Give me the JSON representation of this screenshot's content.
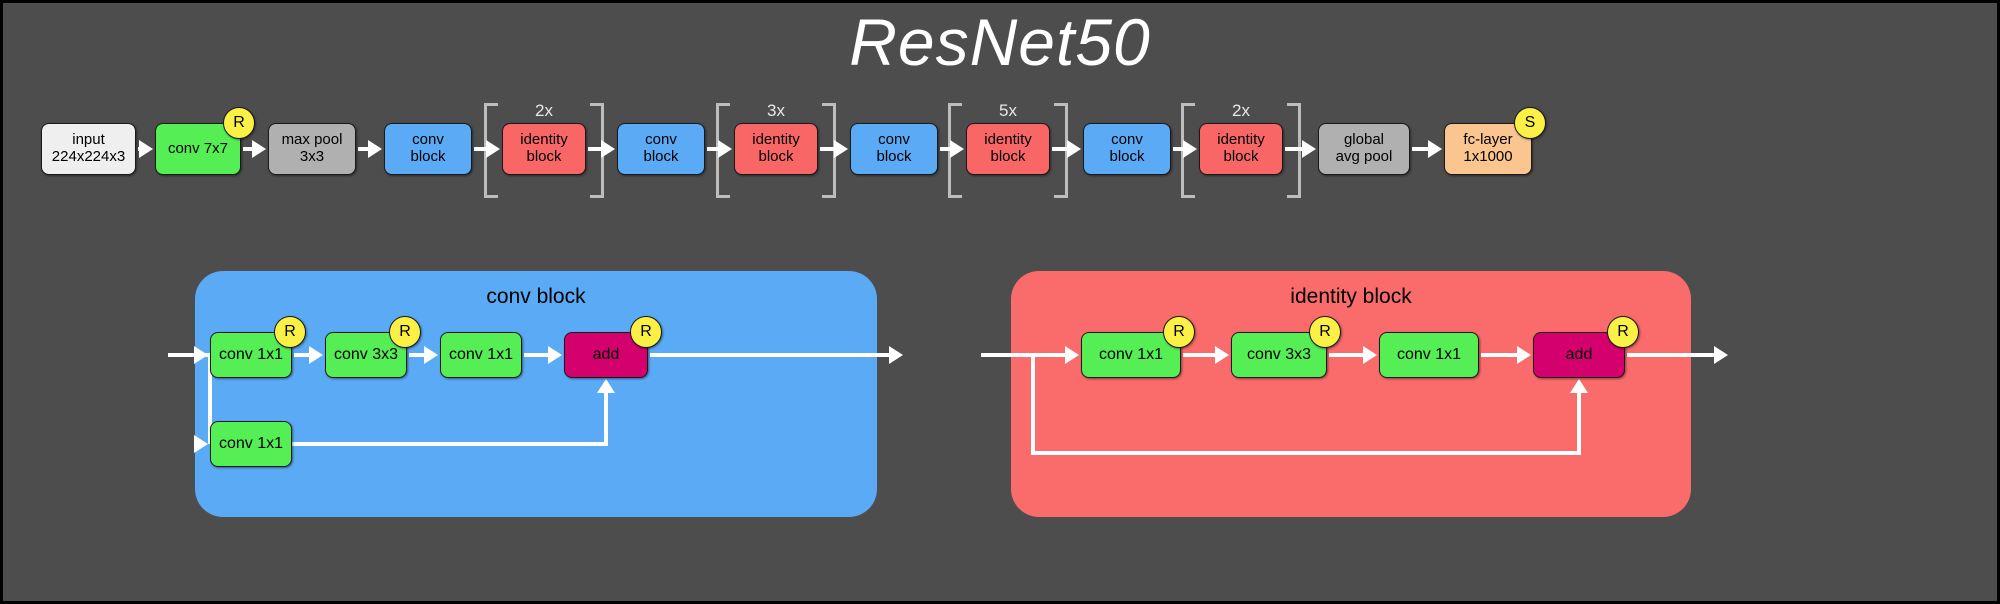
{
  "diagram": {
    "title": "ResNet50",
    "background_color": "#4d4d4d",
    "activation_badge": "R",
    "softmax_badge": "S"
  },
  "pipeline": {
    "nodes": [
      {
        "id": "input",
        "line1": "input",
        "line2": "224x224x3",
        "color": "#efefef",
        "badge": null
      },
      {
        "id": "conv7x7",
        "line1": "conv 7x7",
        "line2": "",
        "color": "#55ee55",
        "badge": "R"
      },
      {
        "id": "maxpool",
        "line1": "max pool",
        "line2": "3x3",
        "color": "#b0b0b0",
        "badge": null
      },
      {
        "id": "convblock1",
        "line1": "conv",
        "line2": "block",
        "color": "#5aaaf5",
        "badge": null
      },
      {
        "id": "identity1",
        "line1": "identity",
        "line2": "block",
        "color": "#f96666",
        "badge": null
      },
      {
        "id": "convblock2",
        "line1": "conv",
        "line2": "block",
        "color": "#5aaaf5",
        "badge": null
      },
      {
        "id": "identity2",
        "line1": "identity",
        "line2": "block",
        "color": "#f96666",
        "badge": null
      },
      {
        "id": "convblock3",
        "line1": "conv",
        "line2": "block",
        "color": "#5aaaf5",
        "badge": null
      },
      {
        "id": "identity3",
        "line1": "identity",
        "line2": "block",
        "color": "#f96666",
        "badge": null
      },
      {
        "id": "convblock4",
        "line1": "conv",
        "line2": "block",
        "color": "#5aaaf5",
        "badge": null
      },
      {
        "id": "identity4",
        "line1": "identity",
        "line2": "block",
        "color": "#f96666",
        "badge": null
      },
      {
        "id": "globalavgpool",
        "line1": "global",
        "line2": "avg pool",
        "color": "#b0b0b0",
        "badge": null
      },
      {
        "id": "fclayer",
        "line1": "fc-layer",
        "line2": "1x1000",
        "color": "#fac58f",
        "badge": "S"
      }
    ],
    "repeats": [
      {
        "target": "identity1",
        "label": "2x"
      },
      {
        "target": "identity2",
        "label": "3x"
      },
      {
        "target": "identity3",
        "label": "5x"
      },
      {
        "target": "identity4",
        "label": "2x"
      }
    ]
  },
  "conv_block": {
    "title": "conv block",
    "panel_color": "#5aaaf5",
    "main_path": [
      {
        "label": "conv 1x1",
        "color": "#55ee55",
        "badge": "R"
      },
      {
        "label": "conv 3x3",
        "color": "#55ee55",
        "badge": "R"
      },
      {
        "label": "conv 1x1",
        "color": "#55ee55",
        "badge": null
      },
      {
        "label": "add",
        "color": "#d4006e",
        "badge": "R"
      }
    ],
    "shortcut_path": [
      {
        "label": "conv 1x1",
        "color": "#55ee55",
        "badge": null
      }
    ]
  },
  "identity_block": {
    "title": "identity block",
    "panel_color": "#fa6b6b",
    "main_path": [
      {
        "label": "conv 1x1",
        "color": "#55ee55",
        "badge": "R"
      },
      {
        "label": "conv 3x3",
        "color": "#55ee55",
        "badge": "R"
      },
      {
        "label": "conv 1x1",
        "color": "#55ee55",
        "badge": null
      },
      {
        "label": "add",
        "color": "#d4006e",
        "badge": "R"
      }
    ],
    "shortcut_path": []
  }
}
